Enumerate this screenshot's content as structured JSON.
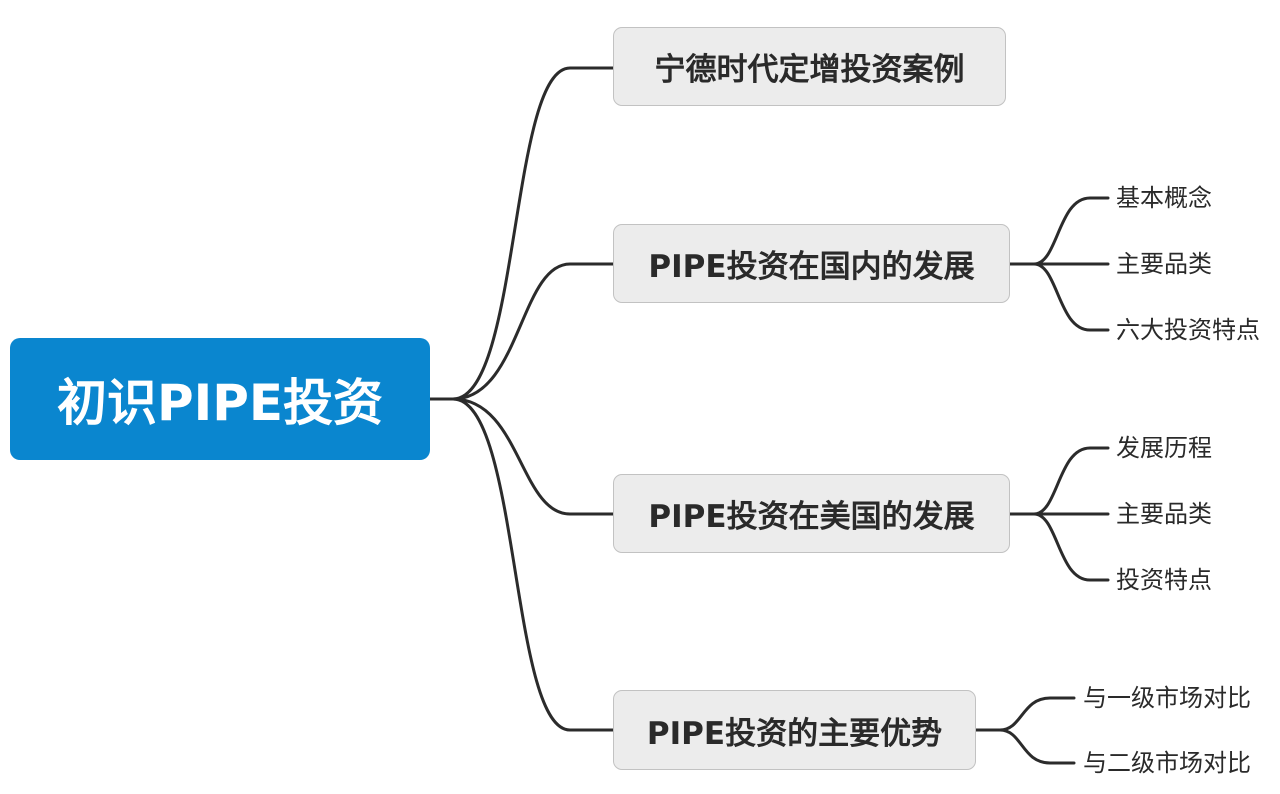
{
  "root": {
    "label": "初识PIPE投资",
    "color": "#0a86cf"
  },
  "branches": [
    {
      "label": "宁德时代定增投资案例",
      "children": []
    },
    {
      "label": "PIPE投资在国内的发展",
      "children": [
        "基本概念",
        "主要品类",
        "六大投资特点"
      ]
    },
    {
      "label": "PIPE投资在美国的发展",
      "children": [
        "发展历程",
        "主要品类",
        "投资特点"
      ]
    },
    {
      "label": "PIPE投资的主要优势",
      "children": [
        "与一级市场对比",
        "与二级市场对比"
      ]
    }
  ],
  "colors": {
    "line": "#2b2b2b",
    "branch_fill": "#ececec",
    "branch_border": "#c2c2c2"
  }
}
